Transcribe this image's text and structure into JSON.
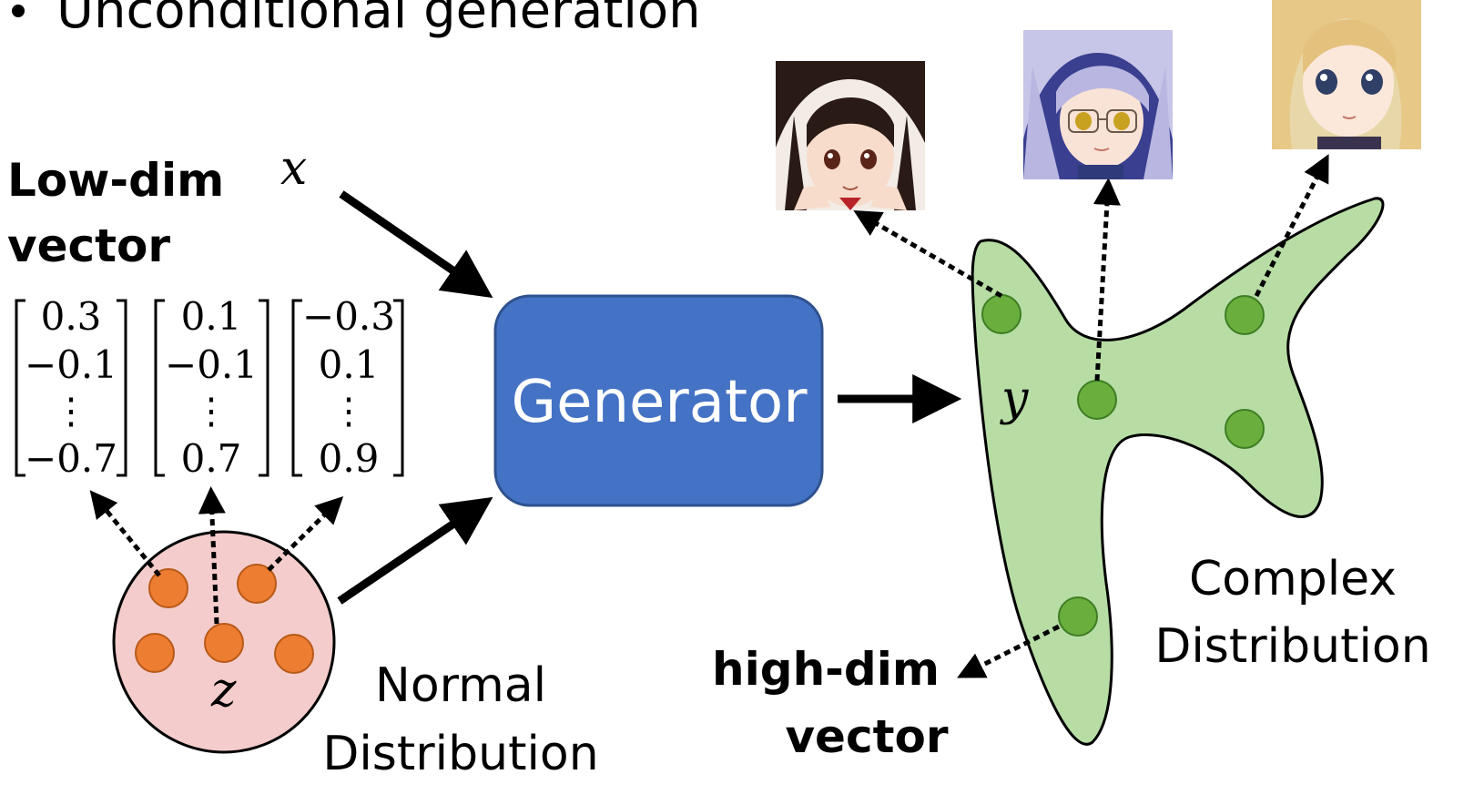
{
  "title": "Unconditional generation",
  "labels": {
    "low_dim_line1": "Low-dim",
    "low_dim_line2": "vector",
    "x_var": "x",
    "z_var": "z",
    "y_var": "y",
    "normal_line1": "Normal",
    "normal_line2": "Distribution",
    "complex_line1": "Complex",
    "complex_line2": "Distribution",
    "high_dim_line1": "high-dim",
    "high_dim_line2": "vector"
  },
  "generator": {
    "label": "Generator",
    "color": "#4472C4"
  },
  "vectors": [
    {
      "values": [
        "0.3",
        "−0.1",
        "−0.7"
      ]
    },
    {
      "values": [
        "0.1",
        "−0.1",
        "0.7"
      ]
    },
    {
      "values": [
        "−0.3",
        "0.1",
        "0.9"
      ]
    }
  ],
  "colors": {
    "normal_fill": "#F4CCCC",
    "normal_point": "#ED7D31",
    "complex_fill": "#B7DDA5",
    "complex_point": "#6AAF3D",
    "complex_point_stroke": "#3E7D23"
  },
  "images": [
    {
      "name": "anime-face-dark-hair",
      "icon": "anime-portrait-icon"
    },
    {
      "name": "anime-face-lavender-hair",
      "icon": "anime-portrait-icon"
    },
    {
      "name": "anime-face-blonde-hair",
      "icon": "anime-portrait-icon"
    }
  ]
}
